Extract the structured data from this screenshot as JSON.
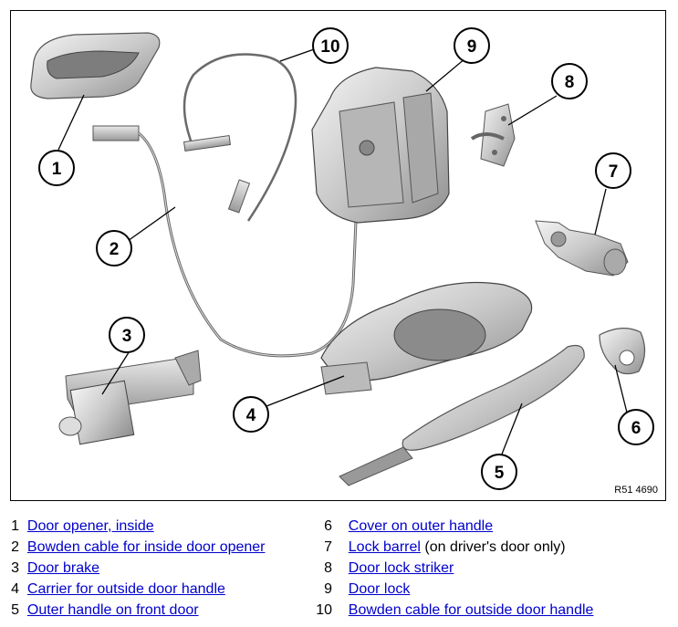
{
  "figure": {
    "id_label": "R51 4690",
    "callouts": [
      "1",
      "2",
      "3",
      "4",
      "5",
      "6",
      "7",
      "8",
      "9",
      "10"
    ]
  },
  "legend": [
    {
      "num": "1",
      "link": "Door opener, inside",
      "note": ""
    },
    {
      "num": "2",
      "link": "Bowden cable for inside door opener",
      "note": ""
    },
    {
      "num": "3",
      "link": "Door brake",
      "note": ""
    },
    {
      "num": "4",
      "link": "Carrier for outside door handle",
      "note": ""
    },
    {
      "num": "5",
      "link": "Outer handle on front door",
      "note": ""
    },
    {
      "num": "6",
      "link": "Cover on outer handle",
      "note": ""
    },
    {
      "num": "7",
      "link": "Lock barrel",
      "note": " (on driver's door only)"
    },
    {
      "num": "8",
      "link": "Door lock striker",
      "note": ""
    },
    {
      "num": "9",
      "link": "Door lock",
      "note": ""
    },
    {
      "num": "10",
      "link": "Bowden cable for outside door handle",
      "note": ""
    }
  ]
}
